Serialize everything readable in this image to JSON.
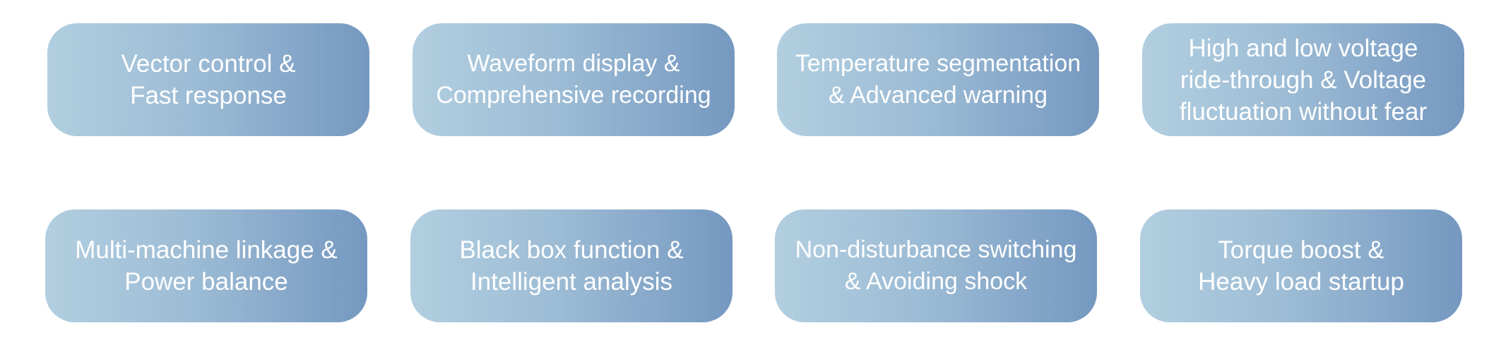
{
  "features": [
    {
      "text": "Vector control &\nFast response"
    },
    {
      "text": "Waveform display &\nComprehensive recording"
    },
    {
      "text": "Temperature segmentation\n& Advanced warning"
    },
    {
      "text": "High and low voltage\nride-through & Voltage\nfluctuation without fear"
    },
    {
      "text": "Multi-machine linkage &\nPower balance"
    },
    {
      "text": "Black box function &\nIntelligent analysis"
    },
    {
      "text": "Non-disturbance switching\n& Avoiding shock"
    },
    {
      "text": "Torque boost &\nHeavy load startup"
    }
  ],
  "colors": {
    "gradient_start": "#b2cfe0",
    "gradient_mid": "#9dbcd5",
    "gradient_end": "#7598c0",
    "text": "#ffffff",
    "background": "#ffffff"
  }
}
